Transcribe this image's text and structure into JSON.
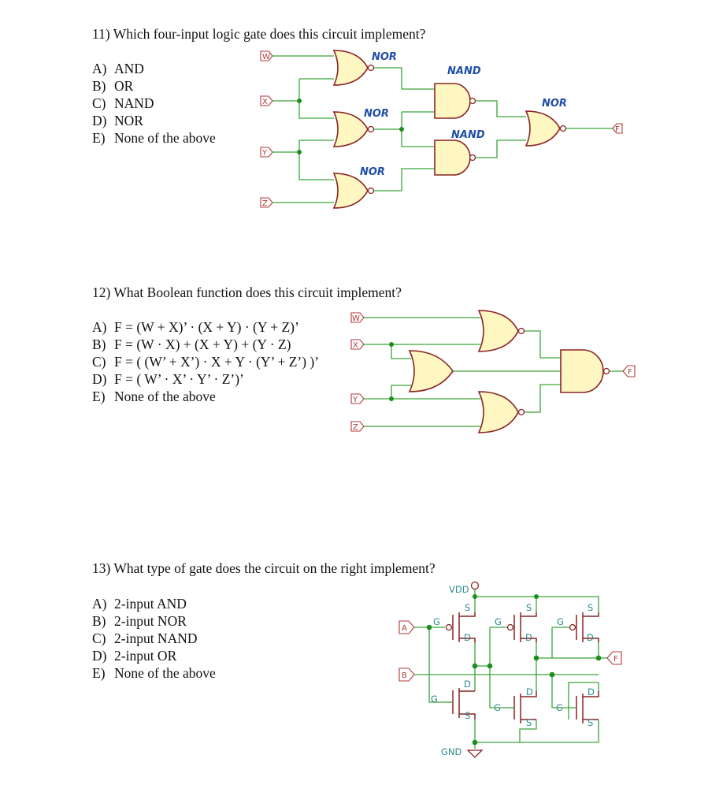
{
  "q11": {
    "title": "11) Which four-input logic gate does this circuit implement?",
    "options": [
      {
        "letter": "A)",
        "text": "AND"
      },
      {
        "letter": "B)",
        "text": "OR"
      },
      {
        "letter": "C)",
        "text": "NAND"
      },
      {
        "letter": "D)",
        "text": "NOR"
      },
      {
        "letter": "E)",
        "text": "None of the above"
      }
    ],
    "inputs": [
      "W",
      "X",
      "Y",
      "Z"
    ],
    "output": "F",
    "annotations": {
      "nor1": "NOR",
      "nor2": "NOR",
      "nor3": "NOR",
      "nand1": "NAND",
      "nand2": "NAND",
      "nor_out": "NOR"
    }
  },
  "q12": {
    "title": "12)  What Boolean function does this circuit implement?",
    "options": [
      {
        "letter": "A)",
        "text": "F = (W + X)’ · (X + Y) · (Y + Z)’"
      },
      {
        "letter": "B)",
        "text": "F = (W · X) + (X + Y) + (Y · Z)"
      },
      {
        "letter": "C)",
        "text": "F = ( (W’ + X’) · X + Y · (Y’ + Z’) )’"
      },
      {
        "letter": "D)",
        "text": "F = ( W’ · X’ · Y’ · Z’)’"
      },
      {
        "letter": "E)",
        "text": "None of the above"
      }
    ],
    "inputs": [
      "W",
      "X",
      "Y",
      "Z"
    ],
    "output": "F"
  },
  "q13": {
    "title": "13) What type of gate does the circuit on the right implement?",
    "options": [
      {
        "letter": "A)",
        "text": "2-input AND"
      },
      {
        "letter": "B)",
        "text": "2-input NOR"
      },
      {
        "letter": "C)",
        "text": "2-input NAND"
      },
      {
        "letter": "D)",
        "text": "2-input OR"
      },
      {
        "letter": "E)",
        "text": "None of the above"
      }
    ],
    "inputs": [
      "A",
      "B"
    ],
    "output": "F",
    "supply": "VDD",
    "ground": "GND",
    "terminals": {
      "gate": "G",
      "source": "S",
      "drain": "D"
    }
  },
  "colors": {
    "wire": "#3aa33a",
    "gate_fill": "#fff7c2",
    "gate_stroke": "#8b2323",
    "annotation": "#1f4fa8",
    "transistor_label": "#2a8a8a"
  }
}
